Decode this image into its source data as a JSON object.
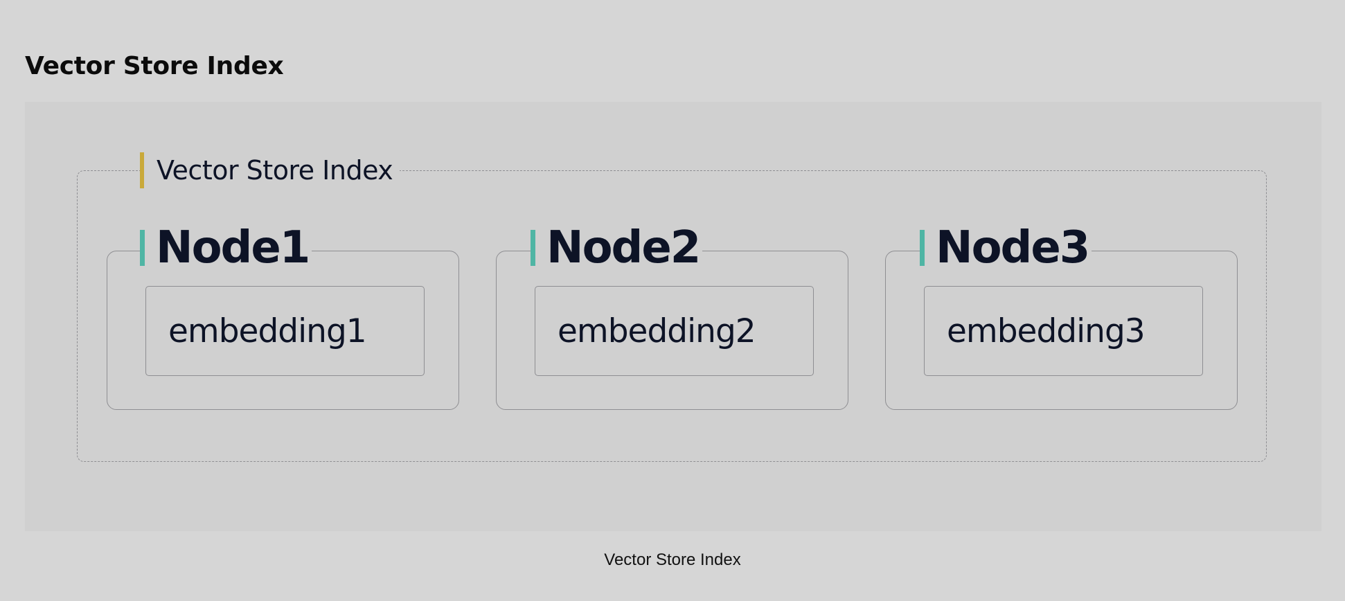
{
  "section": {
    "heading": "Vector Store Index"
  },
  "diagram": {
    "index_label": "Vector Store Index",
    "nodes": [
      {
        "label": "Node1",
        "embedding": "embedding1"
      },
      {
        "label": "Node2",
        "embedding": "embedding2"
      },
      {
        "label": "Node3",
        "embedding": "embedding3"
      }
    ]
  },
  "caption": "Vector Store Index",
  "colors": {
    "page_background": "#d6d6d6",
    "panel_background": "#d0d0d0",
    "index_accent": "#c9a93a",
    "node_accent": "#4fb5a4",
    "border": "#8e8e92",
    "text": "#0d1326"
  },
  "icons": {
    "index_marker": "accent-bar",
    "node_marker": "accent-bar"
  }
}
